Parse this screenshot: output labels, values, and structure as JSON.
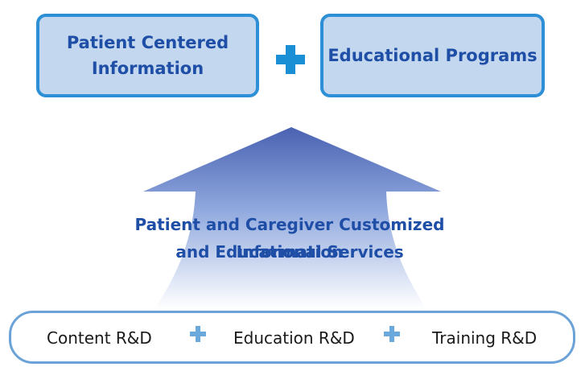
{
  "top": {
    "left_box": {
      "line1": "Patient Centered",
      "line2": "Information"
    },
    "right_box": {
      "label": "Educational Programs"
    }
  },
  "arrow": {
    "line1": "Patient and Caregiver Customized Information",
    "line2": "and Educational Services"
  },
  "bottom_bar": {
    "items": [
      "Content R&D",
      "Education R&D",
      "Training R&D"
    ]
  },
  "colors": {
    "box_fill": "#c3d7ee",
    "box_border": "#2d8fd5",
    "title_text": "#1e4ea6",
    "plus_large": "#1b8fd6",
    "plus_small": "#6ba8dc",
    "arrow_top": "#4a62b2",
    "arrow_bottom": "#ffffff",
    "bar_border": "#6ba3d9"
  },
  "icons": {
    "top_connector": "plus-icon",
    "bar_separator": "plus-icon"
  }
}
